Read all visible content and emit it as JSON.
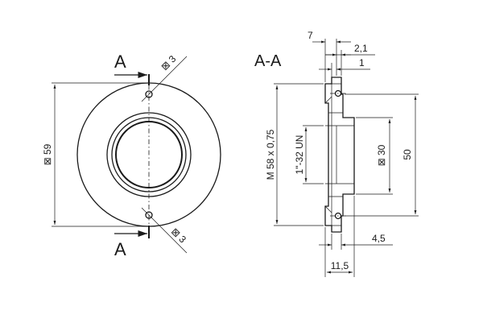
{
  "front_view": {
    "section_mark_top": "A",
    "section_mark_bottom": "A",
    "dim_outer": "⊠ 59",
    "dim_hole_top": "⊠ 3",
    "dim_hole_bottom": "⊠ 3"
  },
  "section_view": {
    "title": "A-A",
    "dim_7": "7",
    "dim_2_1": "2,1",
    "dim_1": "1",
    "dim_thread_metric": "M 58 x 0,75",
    "dim_thread_un": "1\"-32 UN",
    "dim_bore": "⊠ 30",
    "dim_height": "50",
    "dim_4_5": "4,5",
    "dim_11_5": "11,5"
  }
}
